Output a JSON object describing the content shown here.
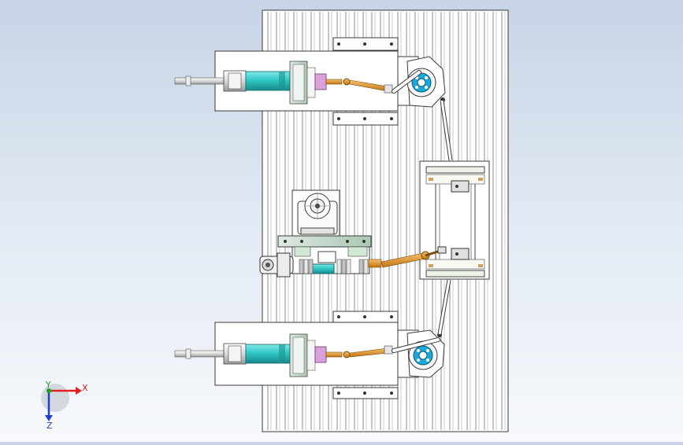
{
  "viewport": {
    "background_top": "#c7d4e6",
    "background_bottom": "#f7f9fc"
  },
  "colors": {
    "plate": "#ffffff",
    "outline": "#3a3a3a",
    "cylinder": "#32c8c8",
    "cylinder_dark": "#1a9a9a",
    "rod": "#e8e8e8",
    "coupler": "#d9a0d9",
    "link_orange": "#e0901c",
    "flange": "#a8d8b8",
    "hub_blue": "#1aa8d8",
    "axis_x": "#e02020",
    "axis_y": "#20a020",
    "axis_z": "#2040d0"
  },
  "triad": {
    "x_label": "X",
    "y_label": "Y",
    "z_label": "Z"
  },
  "components": {
    "base_plate": "base-plate",
    "upper_cylinder": "upper-cylinder-assembly",
    "lower_cylinder": "lower-cylinder-assembly",
    "middle_drive": "middle-drive-unit",
    "right_slide": "right-slide-block",
    "upper_crank": "upper-crank-disc",
    "lower_crank": "lower-crank-disc"
  }
}
